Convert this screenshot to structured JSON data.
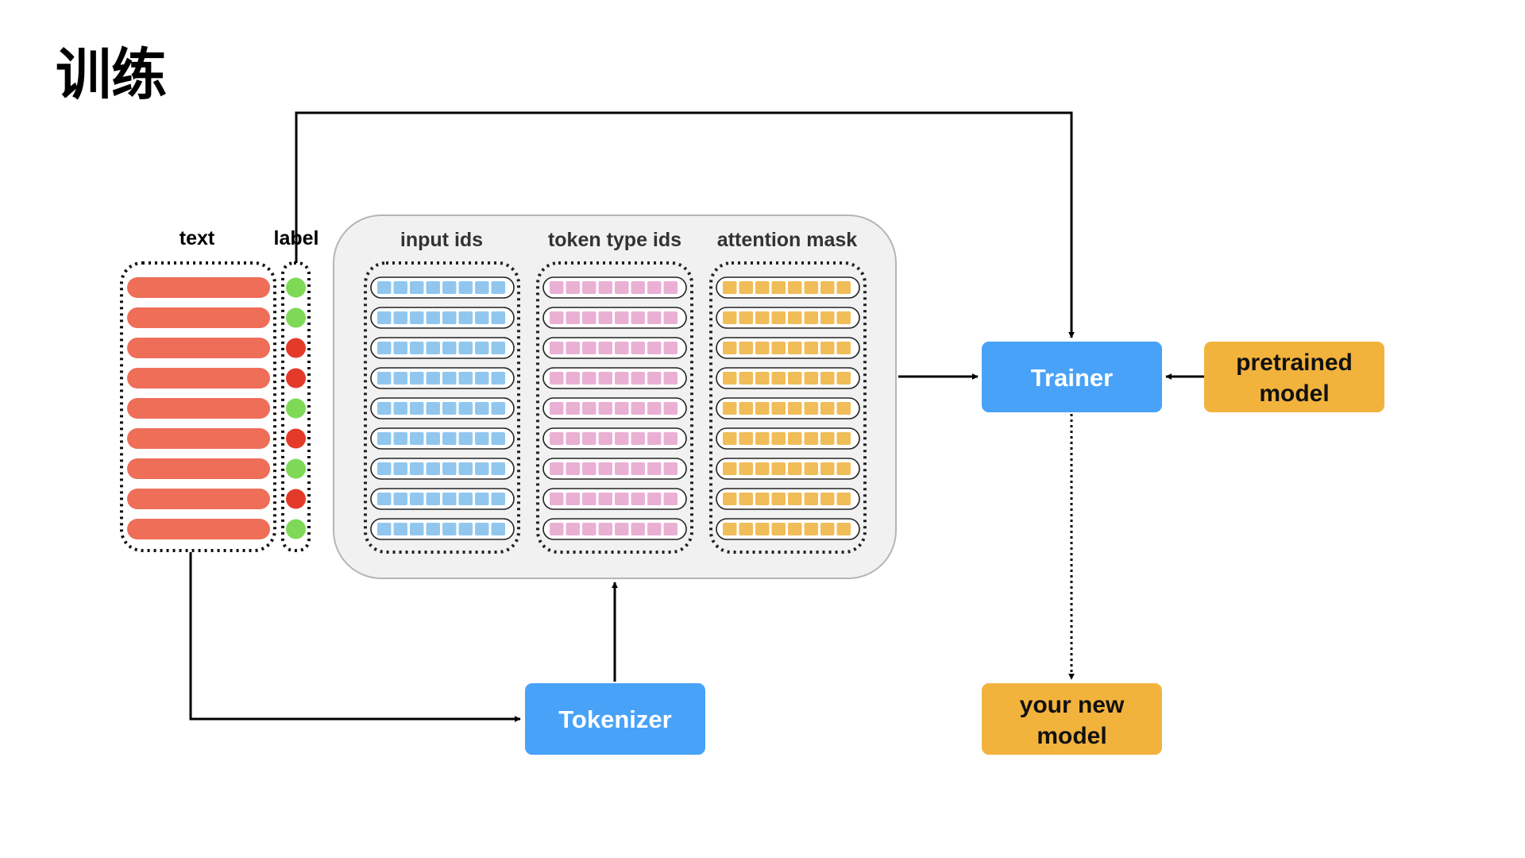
{
  "title": "训练",
  "headers": {
    "text": "text",
    "label": "label",
    "input_ids": "input ids",
    "token_type_ids": "token type ids",
    "attention_mask": "attention mask"
  },
  "boxes": {
    "trainer": "Trainer",
    "tokenizer": "Tokenizer",
    "pretrained_model": [
      "pretrained",
      "model"
    ],
    "new_model": [
      "your new",
      "model"
    ]
  },
  "rows": {
    "count": 9,
    "cells_per_row": 8,
    "labels": [
      "positive",
      "positive",
      "negative",
      "negative",
      "positive",
      "negative",
      "positive",
      "negative",
      "positive"
    ]
  },
  "colors": {
    "text_bar": "#ee6e58",
    "label_positive": "#7ed957",
    "label_negative": "#e33a2a",
    "input_ids": "#91c7ef",
    "token_type_ids": "#eab0d4",
    "attention_mask": "#f0bd59",
    "blue_box": "#48a2f8",
    "orange_box": "#f2b33d",
    "panel_fill": "#f1f1f1",
    "panel_stroke": "#b5b5b5"
  }
}
